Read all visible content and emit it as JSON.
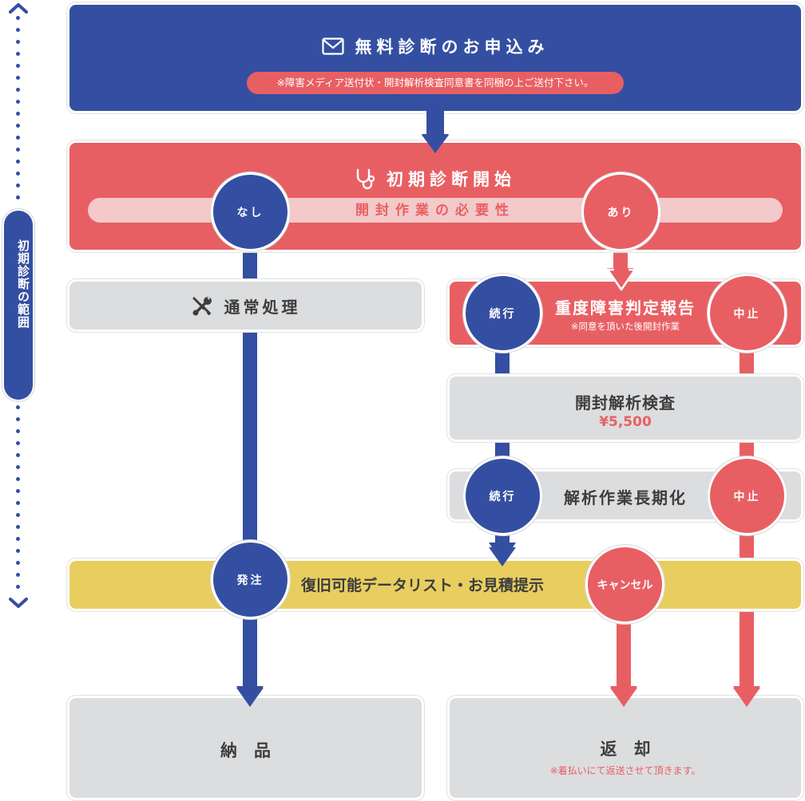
{
  "sidebar": {
    "scope_label": "初期診断の範囲",
    "up_icon": "chevron-up-icon",
    "down_icon": "chevron-down-icon"
  },
  "step_apply": {
    "icon": "envelope-icon",
    "title": "無料診断のお申込み",
    "note": "※障害メディア送付状・開封解析検査同意書を同梱の上ご送付下さい。"
  },
  "step_initial_diagnosis": {
    "icon": "stethoscope-icon",
    "title": "初期診断開始",
    "question": "開封作業の必要性",
    "branch_no": "なし",
    "branch_yes": "あり"
  },
  "step_normal": {
    "icon": "tools-icon",
    "title": "通常処理"
  },
  "step_severe": {
    "title": "重度障害判定報告",
    "note": "※同意を頂いた後開封作業",
    "continue_label": "続行",
    "stop_label": "中止"
  },
  "step_open_analysis": {
    "title": "開封解析検査",
    "price": "¥5,500"
  },
  "step_prolonged": {
    "title": "解析作業長期化",
    "continue_label": "続行",
    "stop_label": "中止"
  },
  "step_quote": {
    "title": "復旧可能データリスト・お見積提示",
    "order_label": "発注",
    "cancel_label": "キャンセル"
  },
  "step_delivery": {
    "title": "納　品"
  },
  "step_return": {
    "title": "返　却",
    "note": "※着払いにて返送させて頂きます。"
  },
  "colors": {
    "blue": "#344fa1",
    "red": "#e85f63",
    "gray": "#dcdddf",
    "yellow": "#e8ce5f",
    "pink_pill": "#f4c9ca",
    "text_dark": "#3d3d3d"
  }
}
